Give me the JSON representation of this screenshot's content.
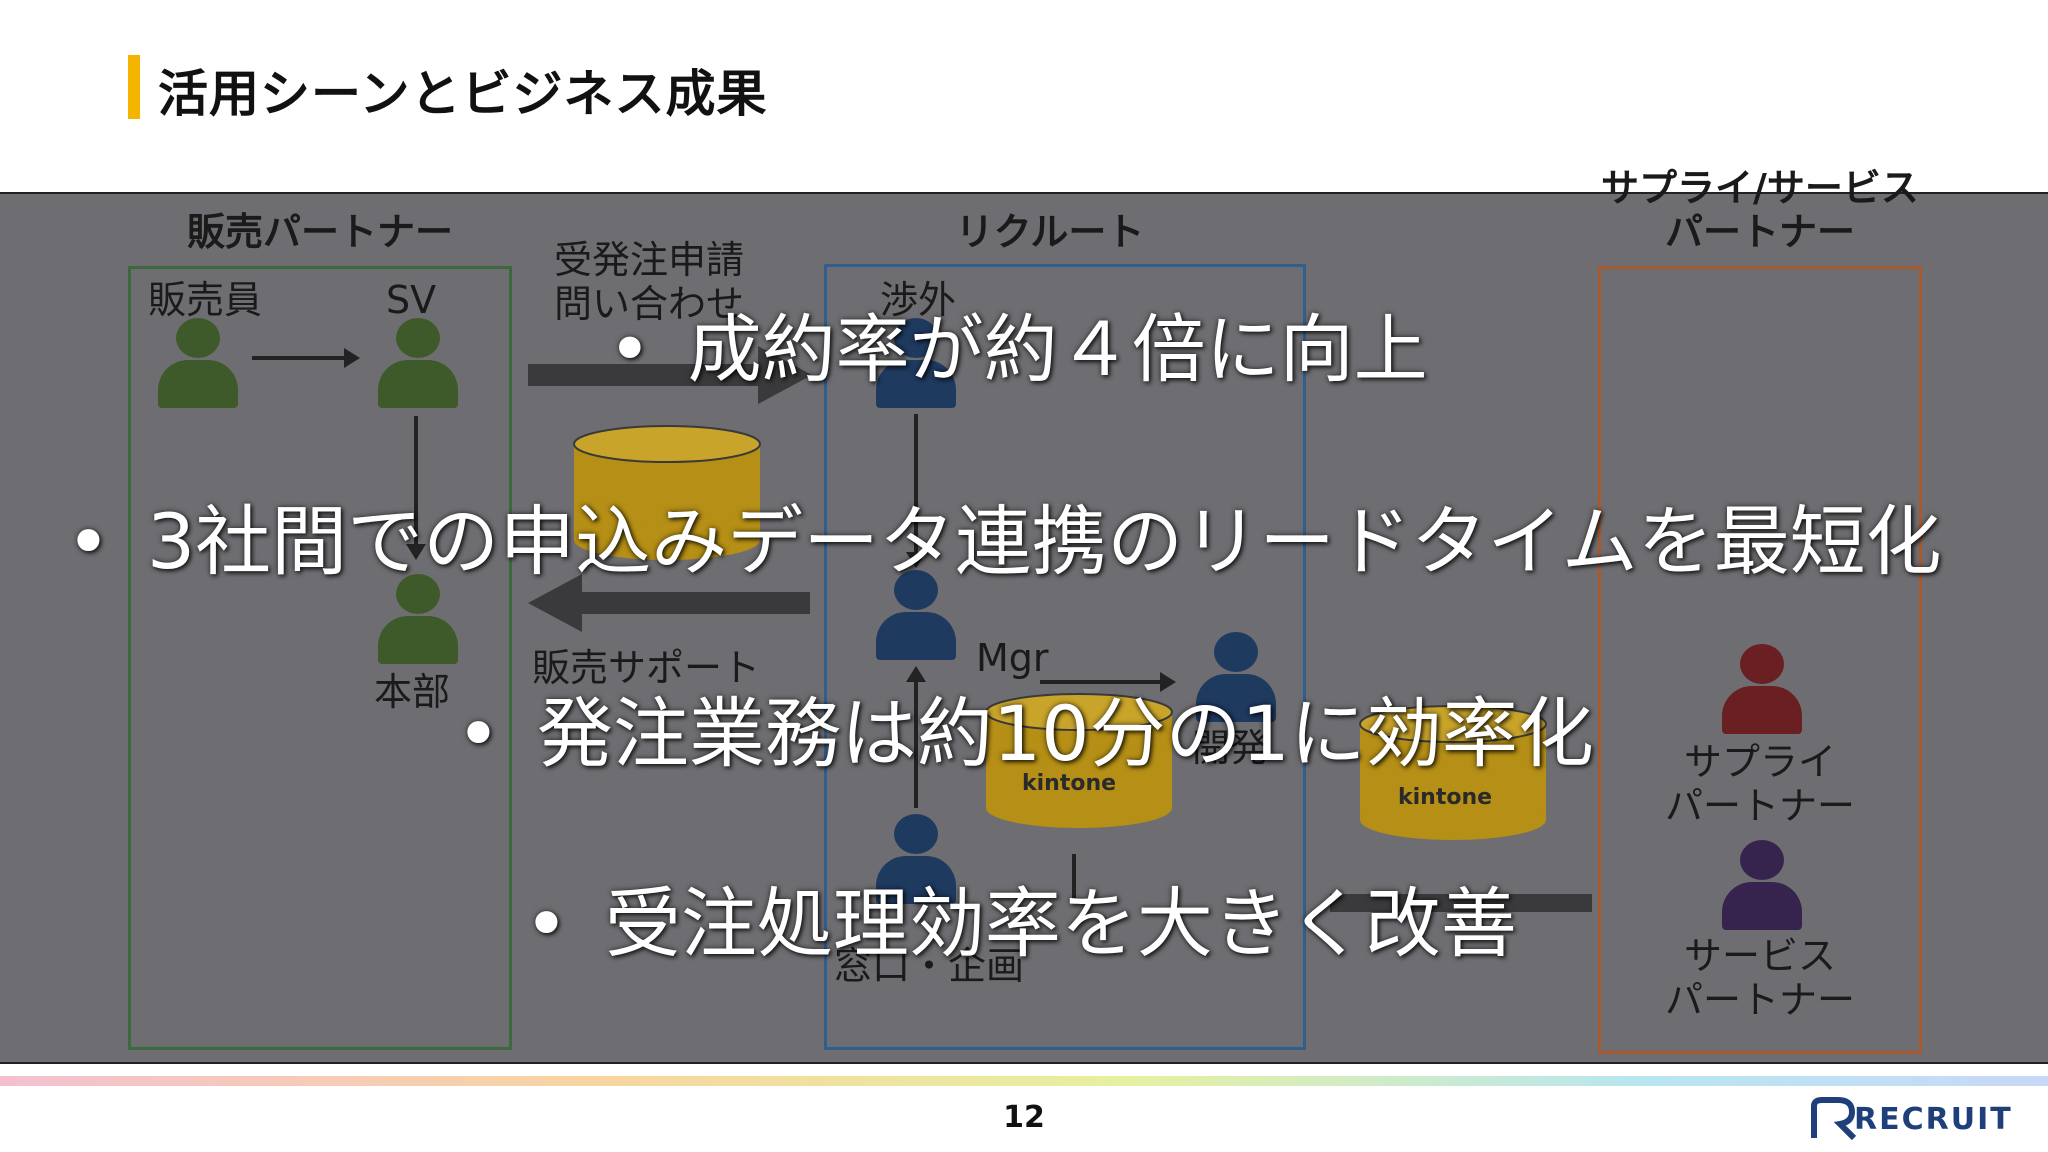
{
  "slide": {
    "title": "活用シーンとビジネス成果",
    "page_number": "12",
    "logo_text": "RECRUIT",
    "accent_color": "#f5b400"
  },
  "diagram": {
    "sales_partner": {
      "header": "販売パートナー",
      "labels": {
        "salesperson": "販売員",
        "sv": "SV",
        "hq": "本部"
      }
    },
    "recruit": {
      "header": "リクルート",
      "labels": {
        "external": "渉外",
        "mgr": "Mgr",
        "dev": "開発",
        "window": "窓口・企画"
      }
    },
    "supply_service": {
      "header": "サプライ/サービス\nパートナー",
      "labels": {
        "supply": "サプライ\nパートナー",
        "service": "サービス\nパートナー"
      }
    },
    "flows": {
      "request": "受発注申請\n問い合わせ",
      "support": "販売サポート"
    },
    "db_label": "kintone"
  },
  "bullets": [
    "成約率が約４倍に向上",
    "3社間での申込みデータ連携のリードタイムを最短化",
    "発注業務は約10分の1に効率化",
    "受注処理効率を大きく改善"
  ]
}
